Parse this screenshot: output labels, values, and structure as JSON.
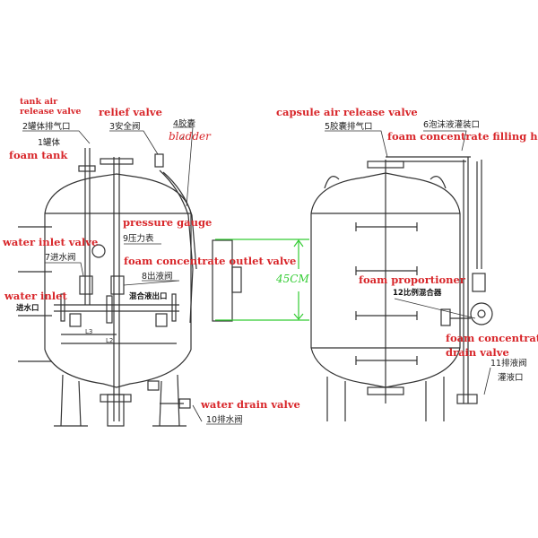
{
  "left_tank": {
    "tank_air_release_valve": {
      "en_line1": "tank air",
      "en_line2": "release valve",
      "cn": "2罐体排气口"
    },
    "relief_valve": {
      "en": "relief valve",
      "cn": "3安全阀"
    },
    "bladder": {
      "en": "bladder",
      "cn": "4胶囊"
    },
    "foam_tank": {
      "en": "foam tank",
      "cn": "1罐体"
    },
    "pressure_gauge": {
      "en": "pressure gauge",
      "cn": "9压力表"
    },
    "water_inlet_valve": {
      "en": "water inlet valve",
      "cn": "7进水阀"
    },
    "foam_concentrate_outlet_valve": {
      "en": "foam concentrate outlet valve",
      "cn": "8出液阀"
    },
    "water_inlet": {
      "en": "water inlet",
      "cn": "进水口"
    },
    "mixture_outlet": {
      "cn": "混合液出口"
    },
    "dimension_l3": "L3",
    "dimension_l2": "L2",
    "water_drain_valve": {
      "en": "water drain valve",
      "cn": "10排水阀"
    }
  },
  "dimension": {
    "label": "45CM",
    "color": "#33cc33"
  },
  "right_tank": {
    "capsule_air_release_valve": {
      "en": "capsule air release valve",
      "cn": "5胶囊排气口"
    },
    "foam_concentrate_filling_hole": {
      "en": "foam concentrate filling hole",
      "cn": "6泡沫液灌装口"
    },
    "foam_proportioner": {
      "en": "foam proportioner",
      "cn": "12比例混合器"
    },
    "foam_concentrate_drain_valve": {
      "en_line1": "foam concentrate",
      "en_line2": "drain valve",
      "cn_line1": "11排液阀",
      "cn_line2": "灌液口"
    }
  },
  "colors": {
    "label": "#d8262a",
    "line": "#333333"
  }
}
